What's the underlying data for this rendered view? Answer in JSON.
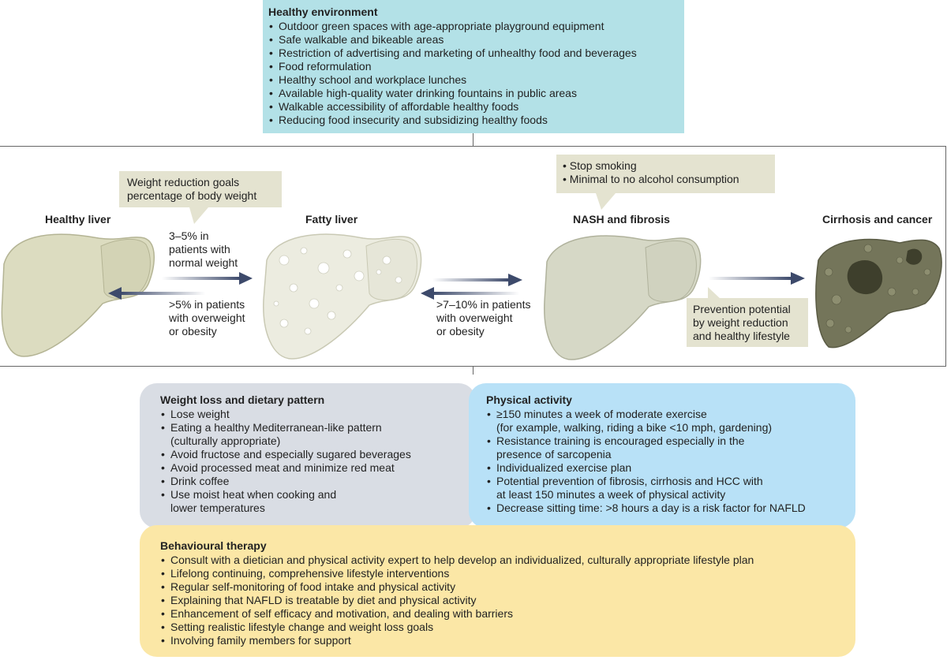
{
  "environment": {
    "title": "Healthy environment",
    "items": [
      "Outdoor green spaces with age-appropriate playground equipment",
      "Safe walkable and bikeable areas",
      "Restriction of advertising and marketing of unhealthy food and beverages",
      "Food reformulation",
      "Healthy school and workplace lunches",
      "Available high-quality water drinking fountains in public areas",
      "Walkable accessibility of affordable healthy foods",
      "Reducing food insecurity and subsidizing healthy foods"
    ]
  },
  "stages": {
    "healthy": "Healthy liver",
    "fatty": "Fatty liver",
    "nash": "NASH and fibrosis",
    "cirrhosis": "Cirrhosis and cancer"
  },
  "callouts": {
    "weight_goals": [
      "Weight reduction goals",
      "percentage of body weight"
    ],
    "smoking": [
      "Stop smoking",
      "Minimal to no alcohol consumption"
    ],
    "prevention": [
      "Prevention potential",
      "by weight reduction",
      "and healthy lifestyle"
    ]
  },
  "arrow_notes": {
    "normal_weight": [
      "3–5% in",
      "patients with",
      "normal weight"
    ],
    "overweight_1": [
      ">5% in patients",
      "with overweight",
      "or obesity"
    ],
    "overweight_2": [
      ">7–10% in patients",
      "with overweight",
      "or obesity"
    ]
  },
  "diet": {
    "title": "Weight loss and dietary pattern",
    "items": [
      "Lose weight",
      "Eating a healthy Mediterranean-like pattern\n(culturally appropriate)",
      "Avoid fructose and especially sugared beverages",
      "Avoid processed meat and minimize red meat",
      "Drink coffee",
      "Use moist heat when cooking and\nlower temperatures"
    ]
  },
  "physical": {
    "title": "Physical activity",
    "items": [
      "≥150 minutes a week of moderate exercise\n(for example, walking, riding a bike <10 mph, gardening)",
      "Resistance training is encouraged especially in the\npresence of sarcopenia",
      "Individualized exercise plan",
      "Potential prevention of fibrosis, cirrhosis and HCC with\nat least 150 minutes a week of physical activity",
      "Decrease sitting time: >8 hours a day is a risk factor for NAFLD"
    ]
  },
  "behaviour": {
    "title": "Behavioural therapy",
    "items": [
      "Consult with a dietician and physical activity expert to help develop an individualized, culturally appropriate lifestyle plan",
      "Lifelong continuing, comprehensive lifestyle interventions",
      "Regular self-monitoring of food intake and physical activity",
      "Explaining that NAFLD is treatable by diet and physical activity",
      "Enhancement of self efficacy and motivation, and dealing with barriers",
      "Setting realistic lifestyle change and weight loss goals",
      "Involving family members for support"
    ]
  },
  "colors": {
    "environment_bg": "#b3e1e7",
    "diet_bg": "#d9dde4",
    "physical_bg": "#b8e1f7",
    "behaviour_bg": "#fbe7a6",
    "callout_bg": "#e4e3d0",
    "arrow": "#3d4a6b",
    "liver_healthy": "#dcdcc0",
    "liver_cirrhosis": "#74755a"
  }
}
